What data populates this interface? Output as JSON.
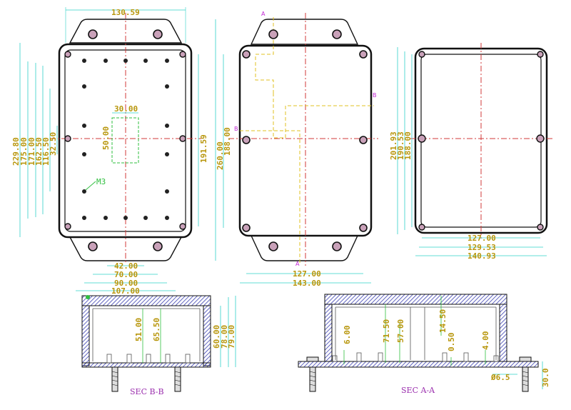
{
  "colors": {
    "outline": "#111111",
    "dimension_line": "#2fd0c8",
    "dimension_text": "#b8960c",
    "centerline": "#d23a3a",
    "section_marker": "#e0c020",
    "section_text": "#9b2fae",
    "hole_fill": "#c9a1b9",
    "hatch": "#3a3fb0"
  },
  "front_view": {
    "width_top": "130.59",
    "height_labels": [
      "229.80",
      "175.00",
      "171.00",
      "162.50",
      "116.50",
      "32.50"
    ],
    "right_height": "191.59",
    "pcb_width": "30.00",
    "pcb_height": "50.00",
    "screw_label": "M3",
    "bottom_widths": [
      "42.00",
      "70.00",
      "90.00",
      "107.00"
    ]
  },
  "back_view": {
    "height_labels": [
      "260.00",
      "188.00"
    ],
    "bottom_widths": [
      "127.00",
      "143.00"
    ],
    "marker_a": "A",
    "marker_b": "B"
  },
  "inner_view": {
    "height_labels": [
      "201.93",
      "190.53",
      "188.00"
    ],
    "bottom_widths": [
      "127.00",
      "129.53",
      "140.93"
    ]
  },
  "section_bb": {
    "title": "SEC B-B",
    "inner_heights": [
      "51.00",
      "65.50"
    ],
    "outer_heights": [
      "60.00",
      "78.00",
      "79.00"
    ]
  },
  "section_aa": {
    "title": "SEC A-A",
    "left_dims": [
      "6.00"
    ],
    "mid_dims": [
      "71.50",
      "57.00",
      "14.50",
      "0.50"
    ],
    "right_dims": [
      "4.00"
    ],
    "hole_dia": "Ø6.5",
    "flange_h": "30.0"
  }
}
